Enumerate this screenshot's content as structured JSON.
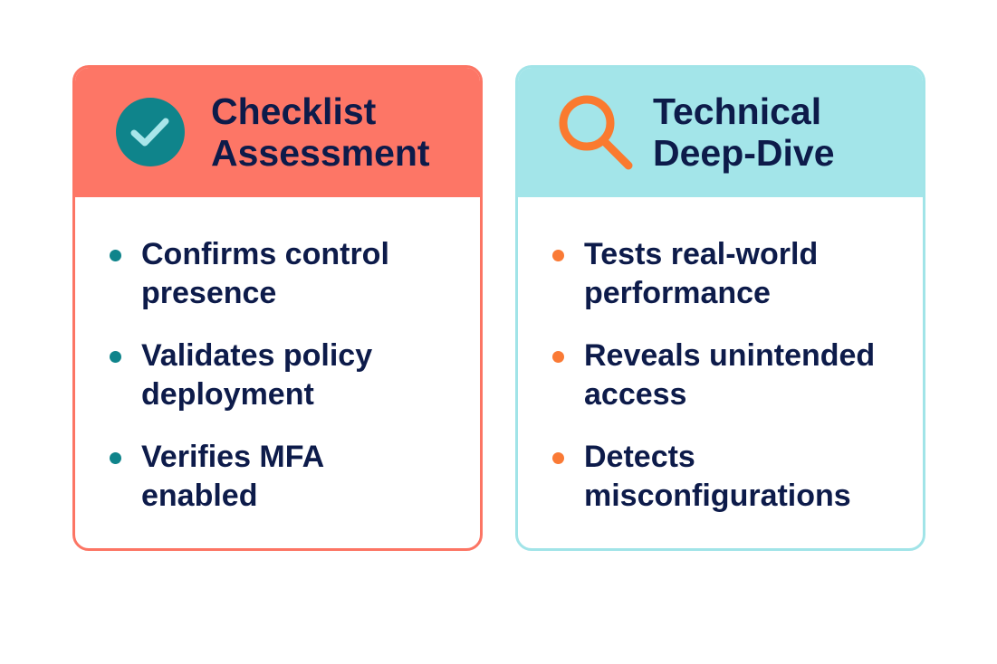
{
  "cards": [
    {
      "title_line1": "Checklist",
      "title_line2": "Assessment",
      "icon": "check-circle-icon",
      "colors": {
        "header": "#fd7666",
        "border": "#fc7564",
        "icon": "#0f848b",
        "check": "#a8e6ea",
        "bullet": "#0f848b",
        "text": "#0d1b4a"
      },
      "items": [
        "Confirms control presence",
        "Validates policy deployment",
        "Verifies MFA enabled"
      ]
    },
    {
      "title_line1": "Technical",
      "title_line2": "Deep-Dive",
      "icon": "magnifier-icon",
      "colors": {
        "header": "#a3e5e9",
        "border": "#a1e4e8",
        "icon": "#fa7a2f",
        "bullet": "#fa7a35",
        "text": "#0d1b4a"
      },
      "items": [
        "Tests real-world performance",
        "Reveals unintended access",
        "Detects misconfigurations"
      ]
    }
  ]
}
